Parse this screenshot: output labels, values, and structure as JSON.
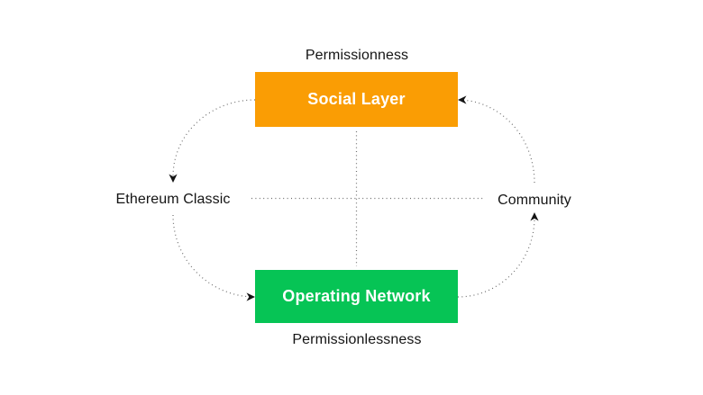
{
  "diagram": {
    "axis_top_label": "Permissionness",
    "axis_bottom_label": "Permissionlessness",
    "left_label": "Ethereum Classic",
    "right_label": "Community",
    "nodes": {
      "social_layer": {
        "label": "Social Layer",
        "color": "#FA9D04"
      },
      "operating_network": {
        "label": "Operating Network",
        "color": "#06C455"
      }
    },
    "colors": {
      "background": "#FFFFFF",
      "text": "#141414",
      "dotted_line": "#6E6E6E",
      "arrowhead": "#141414",
      "node_text": "#FFFFFF"
    },
    "flow": [
      {
        "from": "Social Layer",
        "to": "Ethereum Classic"
      },
      {
        "from": "Ethereum Classic",
        "to": "Operating Network"
      },
      {
        "from": "Operating Network",
        "to": "Community"
      },
      {
        "from": "Community",
        "to": "Social Layer"
      }
    ]
  }
}
